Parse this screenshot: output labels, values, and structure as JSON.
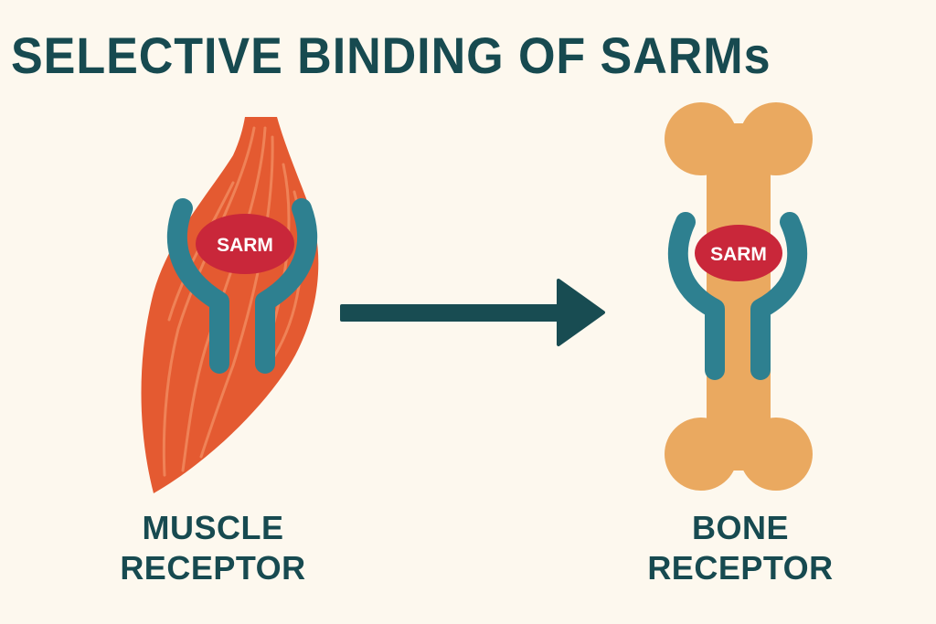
{
  "title": "SELECTIVE BINDING OF SARMs",
  "colors": {
    "background": "#fdf8ee",
    "text": "#174a50",
    "muscle": "#e45a31",
    "muscle_stripe": "#f28a5e",
    "bone": "#eaa960",
    "receptor": "#2e8090",
    "sarm": "#c9273a",
    "arrow": "#184c52"
  },
  "muscle": {
    "sarm_label": "SARM",
    "label_line1": "MUSCLE",
    "label_line2": "RECEPTOR"
  },
  "bone": {
    "sarm_label": "SARM",
    "label_line1": "BONE",
    "label_line2": "RECEPTOR"
  },
  "arrow": {
    "direction": "right"
  }
}
